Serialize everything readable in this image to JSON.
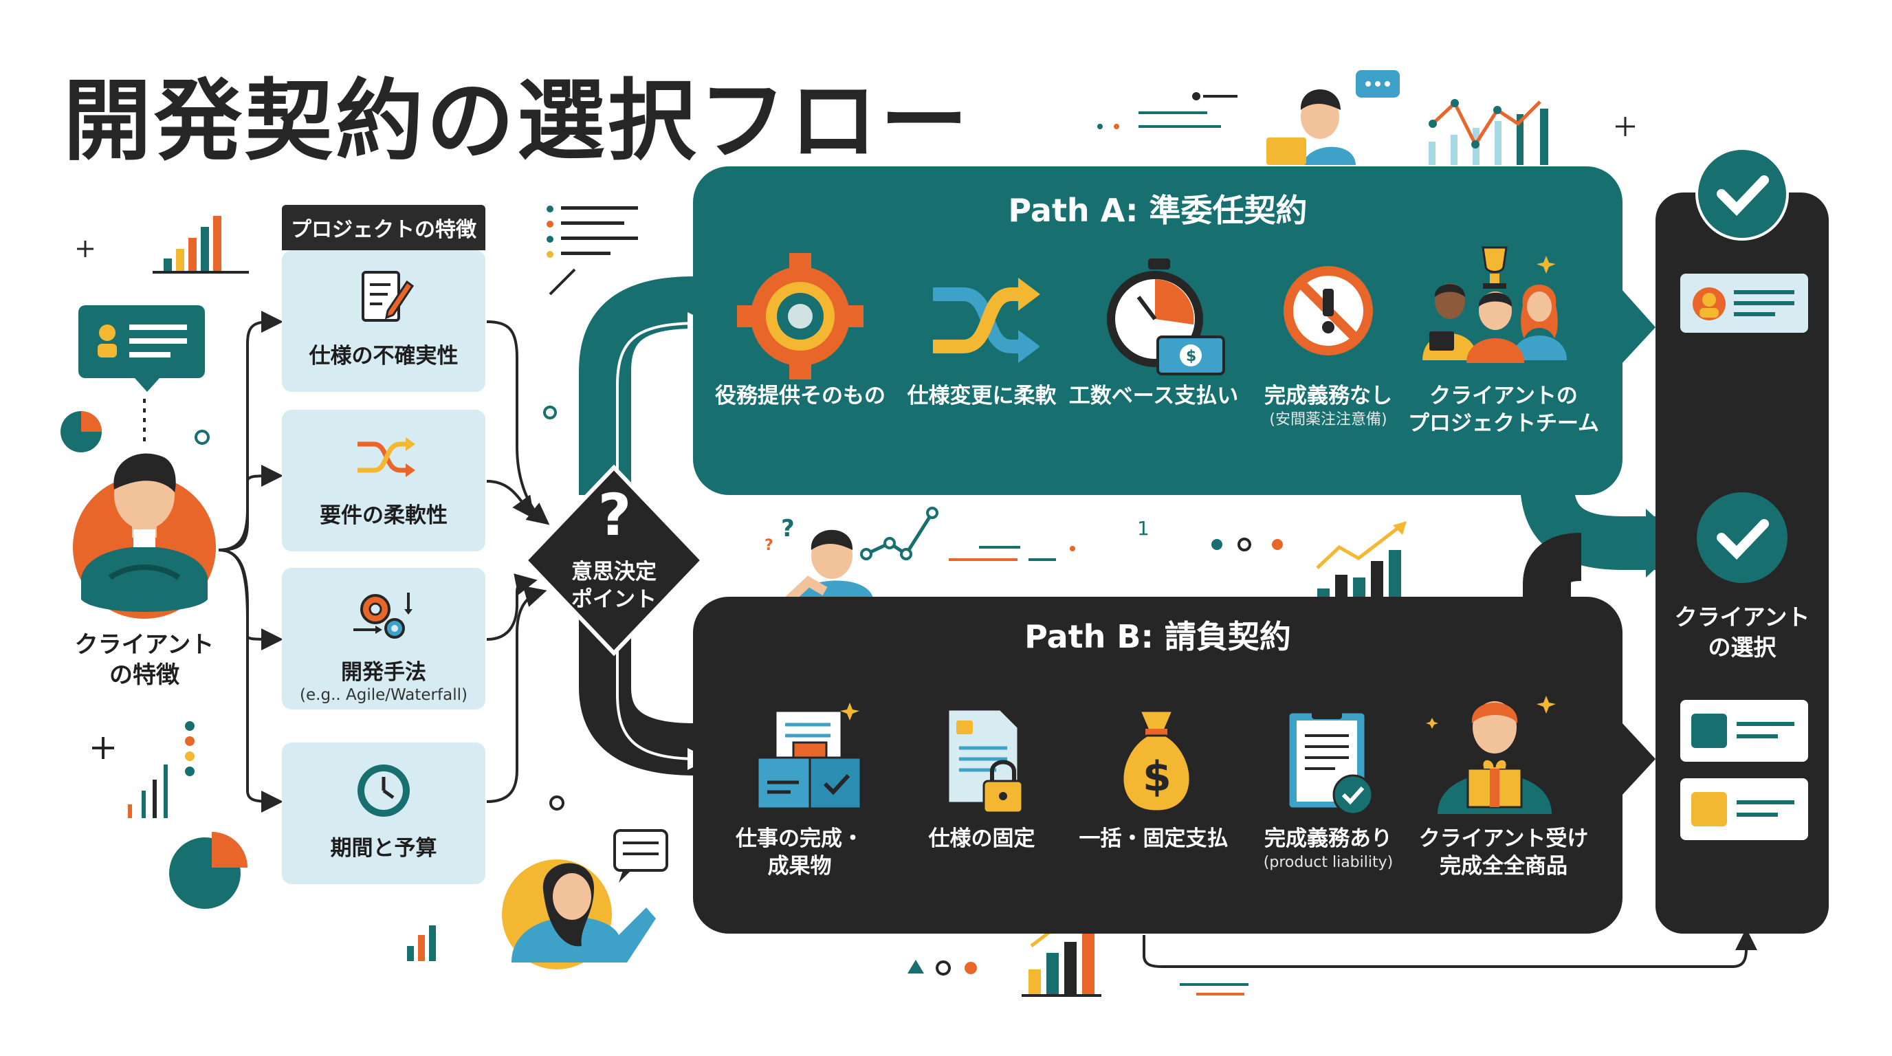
{
  "title": "開発契約の選択フロー",
  "client": {
    "label_line1": "クライアント",
    "label_line2": "の特徴"
  },
  "features": {
    "header": "プロジェクトの特徴",
    "items": [
      {
        "label": "仕様の不確実性",
        "sub": "",
        "icon": "document-edit-icon"
      },
      {
        "label": "要件の柔軟性",
        "sub": "",
        "icon": "shuffle-arrows-icon"
      },
      {
        "label": "開発手法",
        "sub": "(e.g.. Agile/Waterfall)",
        "icon": "gears-icon"
      },
      {
        "label": "期間と予算",
        "sub": "",
        "icon": "clock-icon"
      }
    ]
  },
  "decision": {
    "symbol": "?",
    "label_line1": "意思決定",
    "label_line2": "ポイント"
  },
  "path_a": {
    "title": "Path A: 準委任契約",
    "color": "#17706f",
    "steps": [
      {
        "label": "役務提供そのもの",
        "sub": "",
        "icon": "gear-icon"
      },
      {
        "label": "仕様変更に柔軟",
        "sub": "",
        "icon": "shuffle-icon"
      },
      {
        "label": "工数ベース支払い",
        "sub": "",
        "icon": "stopwatch-money-icon"
      },
      {
        "label": "完成義務なし",
        "sub": "(安間薬注注意備)",
        "icon": "prohibited-icon"
      },
      {
        "label": "クライアントの\nプロジェクトチーム",
        "sub": "",
        "icon": "team-trophy-icon"
      }
    ]
  },
  "path_b": {
    "title": "Path B: 請負契約",
    "color": "#262626",
    "steps": [
      {
        "label": "仕事の完成・\n成果物",
        "sub": "",
        "icon": "box-deliverable-icon"
      },
      {
        "label": "仕様の固定",
        "sub": "",
        "icon": "locked-document-icon"
      },
      {
        "label": "一括・固定支払",
        "sub": "",
        "icon": "money-bag-icon"
      },
      {
        "label": "完成義務あり",
        "sub": "(product liability)",
        "icon": "clipboard-check-icon"
      },
      {
        "label": "クライアント受け\n完成全全商品",
        "sub": "",
        "icon": "person-gift-icon"
      }
    ]
  },
  "selection": {
    "label_line1": "クライアント",
    "label_line2": "の選択"
  },
  "decor": {
    "number_one": "1",
    "ellipsis": "..."
  },
  "colors": {
    "teal": "#17706f",
    "dark": "#262626",
    "orange": "#e8662a",
    "yellow": "#f4b731",
    "light_blue": "#d7ecf2"
  }
}
